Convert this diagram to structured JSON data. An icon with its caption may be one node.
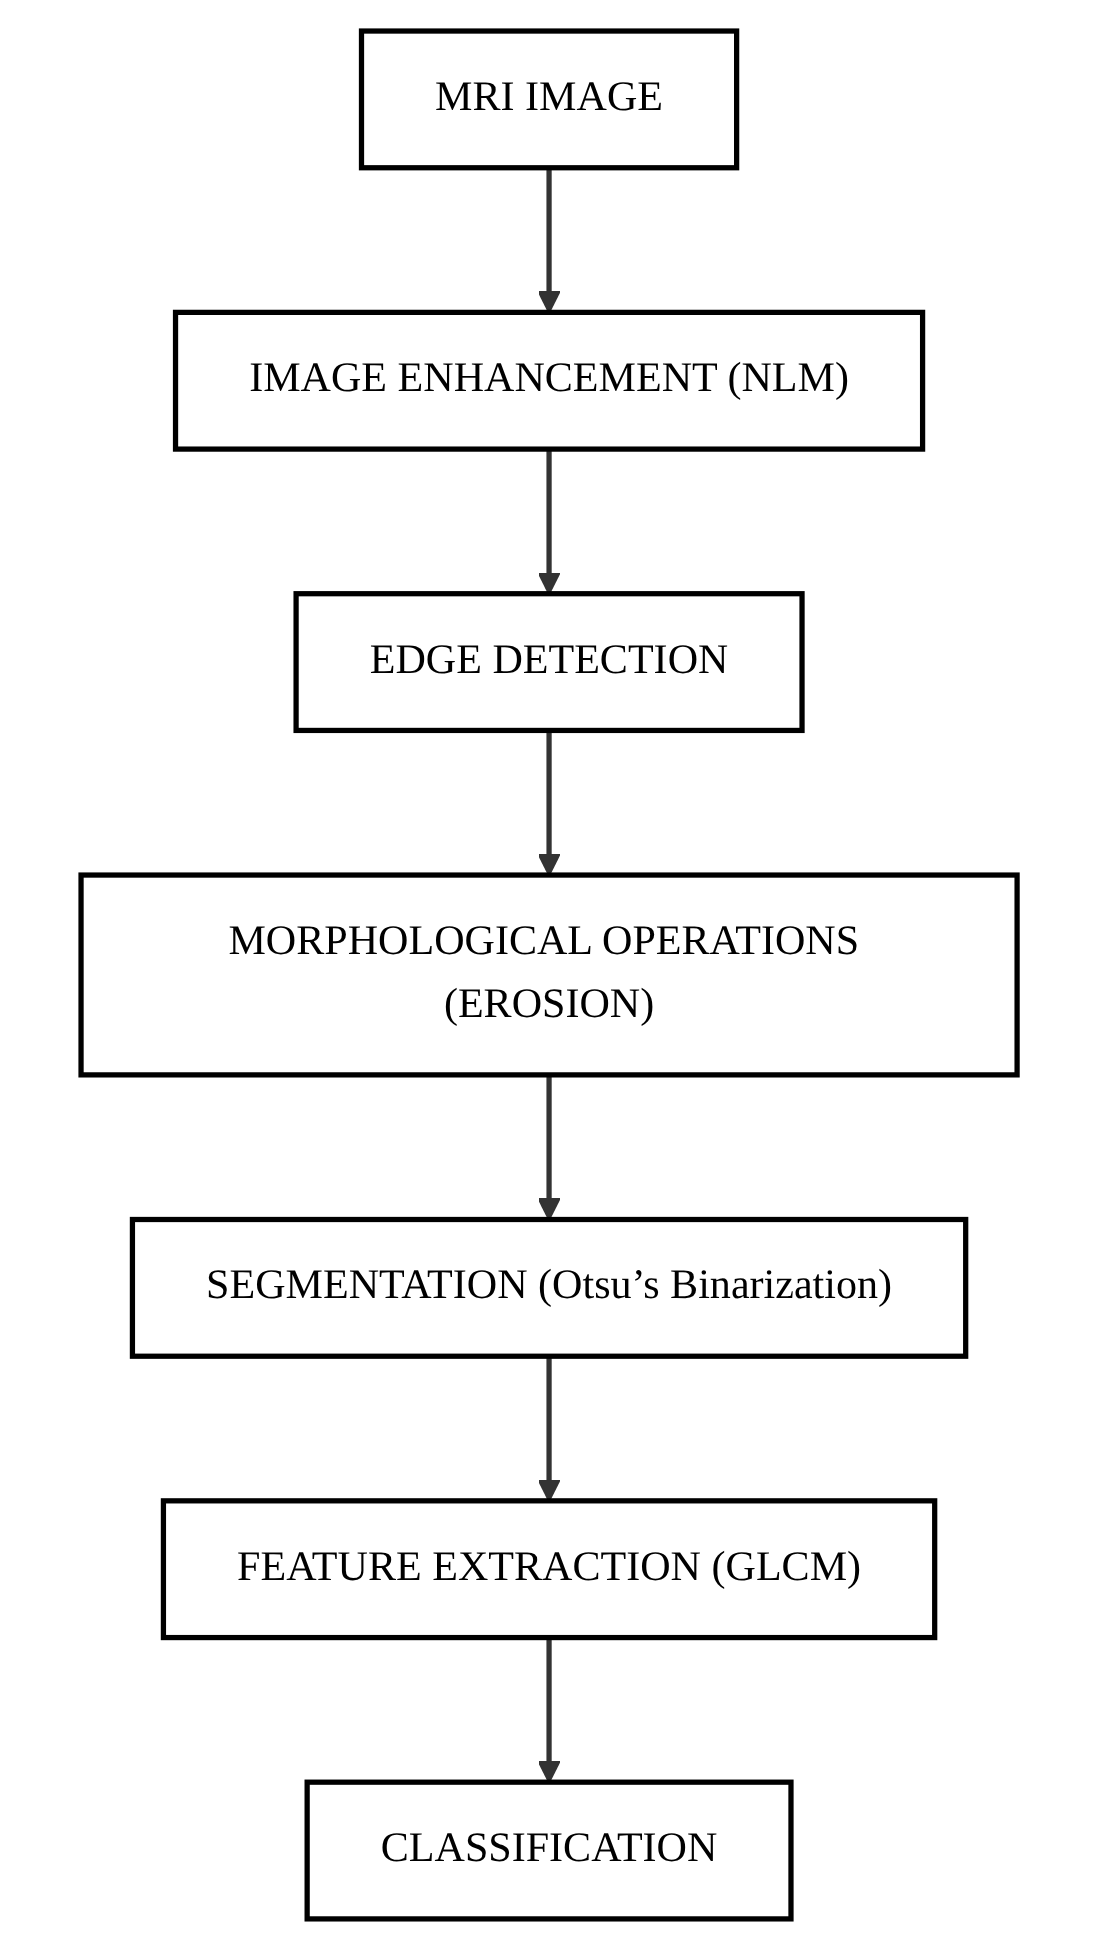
{
  "diagram": {
    "nodes": [
      {
        "text": [
          "MRI IMAGE"
        ]
      },
      {
        "text": [
          "IMAGE ENHANCEMENT (NLM)"
        ]
      },
      {
        "text": [
          "EDGE DETECTION"
        ]
      },
      {
        "text": [
          "MORPHOLOGICAL OPERATIONS (EROSION)"
        ]
      },
      {
        "text": [
          "SEGMENTATION (Otsu’s Binarization)"
        ]
      },
      {
        "text": [
          "FEATURE EXTRACTION (GLCM)"
        ]
      },
      {
        "text": [
          "CLASSIFICATION"
        ]
      }
    ],
    "edges": [
      {
        "from": 0,
        "to": 1,
        "arrow": "to"
      },
      {
        "from": 1,
        "to": 2,
        "arrow": "to"
      },
      {
        "from": 2,
        "to": 3,
        "arrow": "to"
      },
      {
        "from": 3,
        "to": 4,
        "arrow": "to"
      },
      {
        "from": 4,
        "to": 5,
        "arrow": "to"
      },
      {
        "from": 5,
        "to": 6,
        "arrow": "to"
      }
    ]
  }
}
